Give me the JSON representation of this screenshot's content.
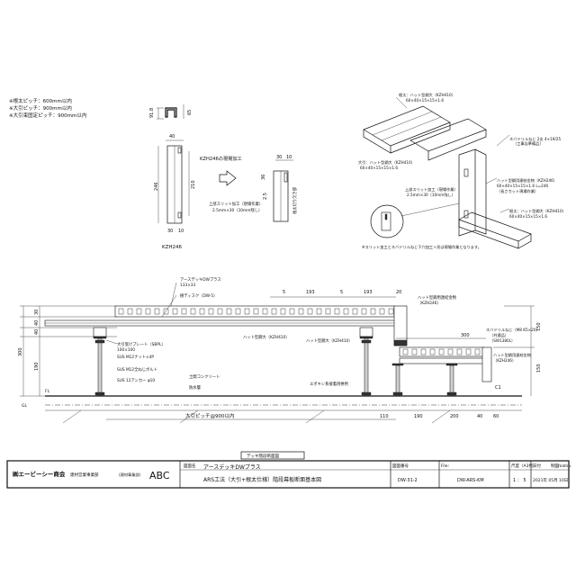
{
  "notes": {
    "line1": "※根太ピッチ：600mm以内",
    "line2": "※大引ピッチ：900mm以内",
    "line3": "※大引束固定ピッチ：900mm以内"
  },
  "detail": {
    "label_site": "KZH246の現場加工",
    "label_part": "KZH246",
    "slit_label1": "上部スリット加工（現場作業）",
    "slit_label2": "2.5mm×30（10mm残し）",
    "side_label": "根太切り欠き部",
    "dim_91_8": "91.8",
    "dim_65": "65",
    "dim_40": "40",
    "dim_246": "246",
    "dim_210": "210",
    "dim_36": "36",
    "dim_30": "30",
    "dim_10": "10",
    "dim_2_5": "2.5",
    "dim_36b": "36",
    "dim_30b": "30",
    "dim_10b": "10"
  },
  "iso": {
    "label_neda": "根太：ハット型鋼大（KZH410）",
    "label_neda2": "60×40×15×15×1.6",
    "label_obiki": "大引：ハット型鋼大（KZH410）",
    "label_obiki2": "60×40×15×15×1.6",
    "label_slit": "上部スリット加工（現場作業）",
    "label_slit2": "2.5mm×30（10mm残し）",
    "label_screw": "ネバドリルねじ 2支 4×19/25",
    "label_screw2": "（工事店準備品）",
    "label_hat": "ハット型鋼用連結金物（KZH246）",
    "label_hat2": "60×40×15×15×1.6 L=246",
    "label_hat3": "（長さカット現場作業）",
    "label_neda_b": "根太：ハット型鋼大（KZH410）",
    "label_neda_b2": "60×40×15×15×1.6",
    "label_note": "※スリット加工とネバドリルねじ下穴加工＋形は現場作業となります。"
  },
  "section": {
    "label_deck": "アースデッキDWプラス",
    "label_deck2": "133×33",
    "label_disc": "樹ディスク（DW-5）",
    "label_hat_neda": "ハット型鋼大（KZH410）",
    "label_hat_obiki": "ハット型鋼大（KZH410）",
    "label_renketsu": "ハット型鋼用連結金物",
    "label_renketsu2": "（KZH246）",
    "label_plate": "大引受けプレート（SBPL）",
    "label_plate2": "100×100",
    "label_nut": "SUS M12ナット×4P",
    "label_bolt": "SUS M12全ねじボルト",
    "label_anchor": "SUS 12アンカー φ10",
    "label_concrete": "土間コンクリート",
    "label_water": "防水層",
    "label_epoxy": "エポキシ系接着剤併用",
    "label_gl": "GL",
    "label_fl": "FL",
    "label_screw_s": "ネバドリルねじ（M8 K5×20）",
    "label_screw_s2": "（共通品）",
    "label_screw_s3": "（SW1380L）",
    "label_hat_r": "ハット型鋼用連結金物",
    "label_hat_r2": "（KZH246）",
    "dim_5a": "5",
    "dim_193a": "193",
    "dim_5b": "5",
    "dim_193b": "193",
    "dim_20": "20",
    "dim_300": "300",
    "dim_30": "30",
    "dim_40": "40",
    "dim_300v": "300",
    "dim_190": "190",
    "dim_40v": "40",
    "dim_150a": "150",
    "dim_150b": "150",
    "dim_c": "C1",
    "dim_pitch": "大引ピッチ@900以内",
    "dim_110": "110",
    "dim_190b": "190",
    "dim_200": "200",
    "dim_40b": "40",
    "dim_60": "60",
    "caption": "デッキ階段断面図"
  },
  "titleblock": {
    "company": "㈱エービーシー商会",
    "dept": "建材営業事業部",
    "dept2": "(建材事業部)",
    "logo": "ABC",
    "h_name": "図面名",
    "name1": "アースデッキDWプラス",
    "name2": "ARS工法（大引+根太仕様）階段幕板断面基本図",
    "h_no": "図面番号",
    "no": "DW-31-2",
    "h_file": "File:",
    "file": "DW-ARS-KM",
    "h_scale": "尺度（A3判）",
    "scale": "1 ： 5",
    "h_date": "日付",
    "date": "2021年 05月 10日",
    "h_author": "制図",
    "author": "matsu"
  }
}
